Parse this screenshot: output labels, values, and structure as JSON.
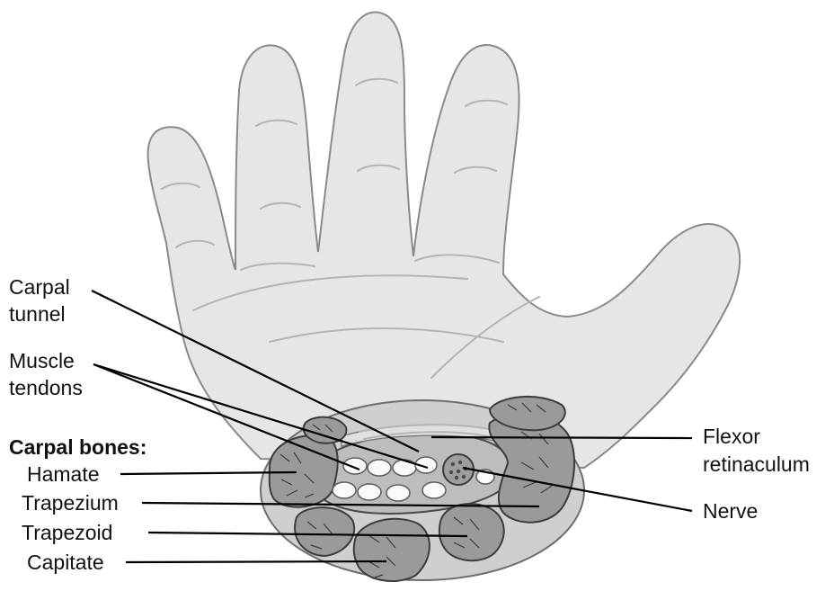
{
  "labels": {
    "carpal_tunnel": [
      "Carpal",
      "tunnel"
    ],
    "muscle_tendons": [
      "Muscle",
      "tendons"
    ],
    "carpal_bones_heading": "Carpal bones:",
    "hamate": "Hamate",
    "trapezium": "Trapezium",
    "trapezoid": "Trapezoid",
    "capitate": "Capitate",
    "flexor_retinaculum": [
      "Flexor",
      "retinaculum"
    ],
    "nerve": "Nerve"
  },
  "colors": {
    "hand_fill": "#e6e6e6",
    "hand_outline": "#8a8a8a",
    "tunnel_fill": "#bdbdbd",
    "bone_fill": "#9a9a9a",
    "tendon_fill": "#fafafa",
    "leader_line": "#000000"
  }
}
